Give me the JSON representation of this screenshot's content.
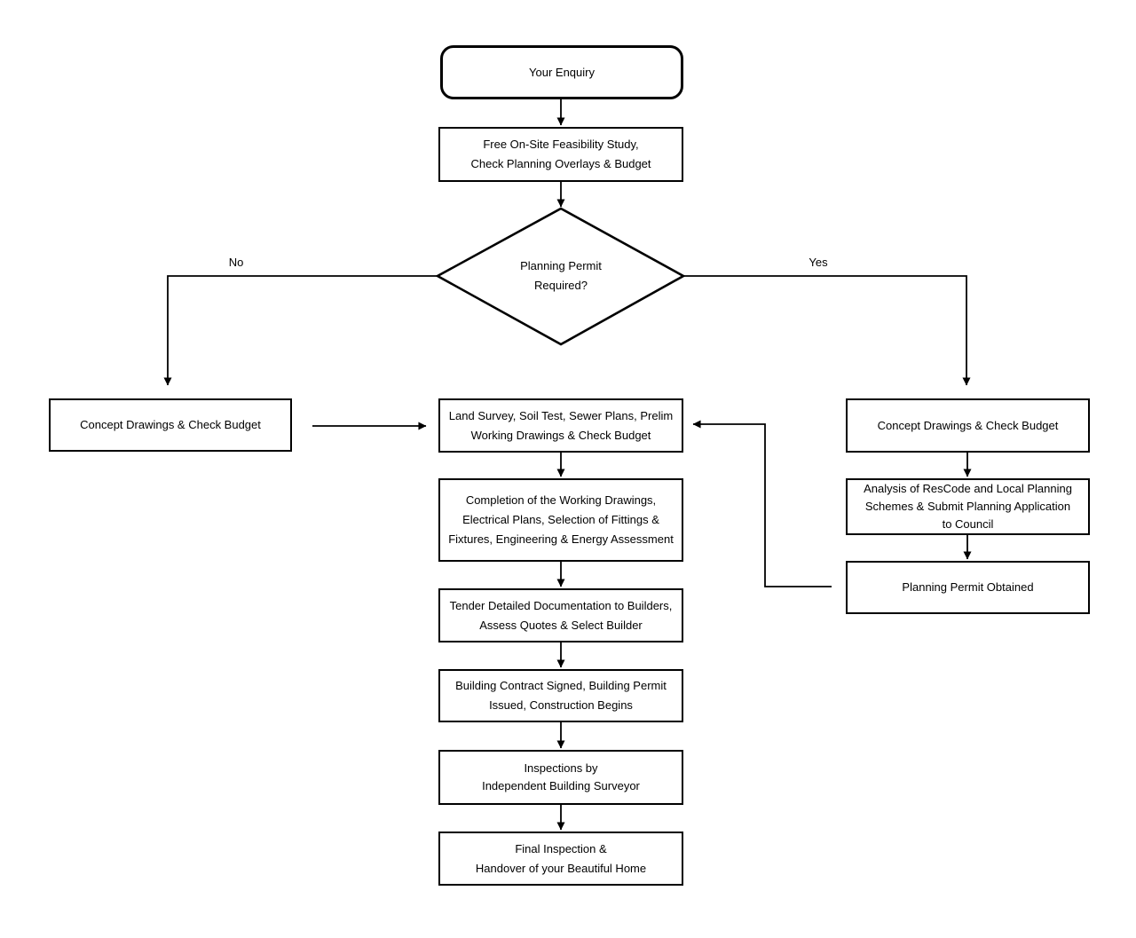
{
  "diagram": {
    "background_color": "#ffffff",
    "stroke_color": "#000000",
    "text_color": "#000000",
    "node_fill": "#ffffff",
    "nodes": {
      "enquiry": {
        "label": "Your Enquiry",
        "shape": "rounded-rectangle"
      },
      "feasibility": {
        "label": "Free On-Site Feasibility Study,\nCheck Planning Overlays & Budget",
        "shape": "rectangle"
      },
      "decision": {
        "label": "Planning Permit\nRequired?",
        "shape": "diamond"
      },
      "concept_left": {
        "label": "Concept Drawings & Check Budget",
        "shape": "rectangle"
      },
      "concept_right": {
        "label": "Concept Drawings & Check Budget",
        "shape": "rectangle"
      },
      "analysis": {
        "label": "Analysis of ResCode and Local Planning\nSchemes & Submit Planning Application\nto Council",
        "shape": "rectangle"
      },
      "permit_obtained": {
        "label": "Planning Permit Obtained",
        "shape": "rectangle"
      },
      "land_survey": {
        "label": "Land Survey, Soil Test, Sewer Plans, Prelim\nWorking Drawings & Check Budget",
        "shape": "rectangle"
      },
      "completion": {
        "label": "Completion of the Working Drawings,\nElectrical Plans, Selection of Fittings &\nFixtures, Engineering & Energy Assessment",
        "shape": "rectangle"
      },
      "tender": {
        "label": "Tender Detailed Documentation to Builders,\nAssess Quotes & Select Builder",
        "shape": "rectangle"
      },
      "contract": {
        "label": "Building Contract Signed, Building Permit\nIssued, Construction Begins",
        "shape": "rectangle"
      },
      "inspections": {
        "label": "Inspections by\nIndependent Building Surveyor",
        "shape": "rectangle"
      },
      "final_inspection": {
        "label": "Final Inspection &\nHandover of your Beautiful Home",
        "shape": "rectangle"
      }
    },
    "edge_labels": {
      "no": "No",
      "yes": "Yes"
    }
  }
}
